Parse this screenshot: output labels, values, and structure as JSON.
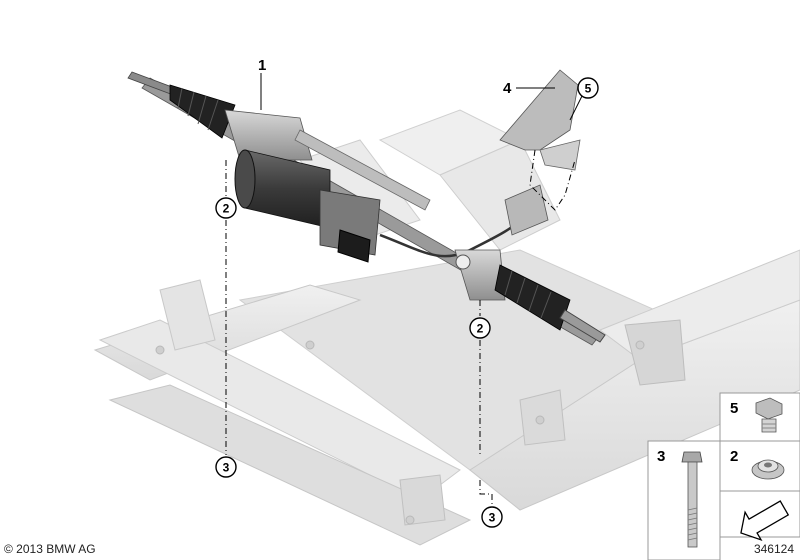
{
  "parts": [
    {
      "number": "1",
      "name": "steering-rack"
    },
    {
      "number": "4",
      "name": "heat-shield"
    },
    {
      "number": "5",
      "name": "callout-5"
    }
  ],
  "callouts": {
    "left_upper": "2",
    "right_mid": "2",
    "left_lower": "3",
    "right_lower": "3",
    "top_right": "5"
  },
  "legend": [
    {
      "number": "5",
      "item": "hex-nut"
    },
    {
      "number": "3",
      "item": "bolt"
    },
    {
      "number": "2",
      "item": "washer-nut"
    }
  ],
  "footer": {
    "copyright": "© 2013 BMW AG",
    "diagram_number": "346124"
  },
  "colors": {
    "subframe": "#e6e6e6",
    "subframe_edge": "#c8c8c8",
    "rack_dark": "#3a3a3a",
    "rack_mid": "#8c8c8c",
    "line": "#000000"
  }
}
